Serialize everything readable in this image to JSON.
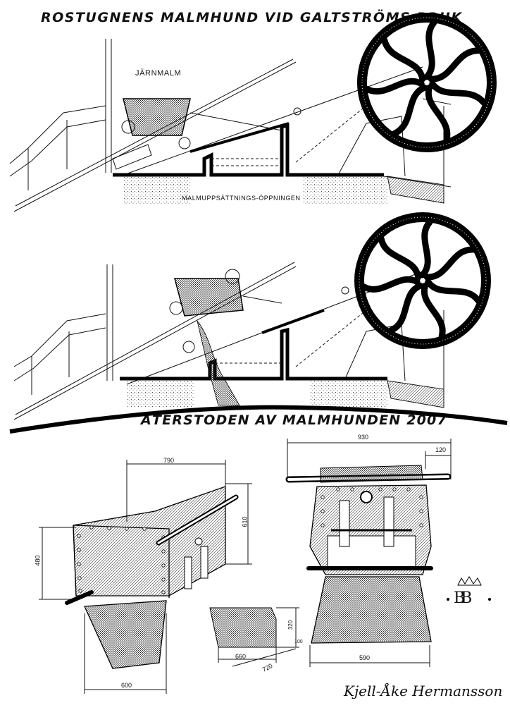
{
  "title": "ROSTUGNENS MALMHUND VID GALTSTRÖMS BRUK",
  "label_ore": "JÄRNMALM",
  "label_opening": "MALMUPPSÄTTNINGS-ÖPPNINGEN",
  "heading_remains": "ÅTERSTODEN AV MALMHUNDEN 2007",
  "dimensions": {
    "d_790": "790",
    "d_610": "610",
    "d_480": "480",
    "d_600": "600",
    "d_930": "930",
    "d_120": "120",
    "d_590": "590",
    "d_320": "320",
    "d_100": "100",
    "d_660": "660",
    "d_720": "720"
  },
  "monogram": "BB",
  "signature": "Kjell-Åke Hermansson"
}
